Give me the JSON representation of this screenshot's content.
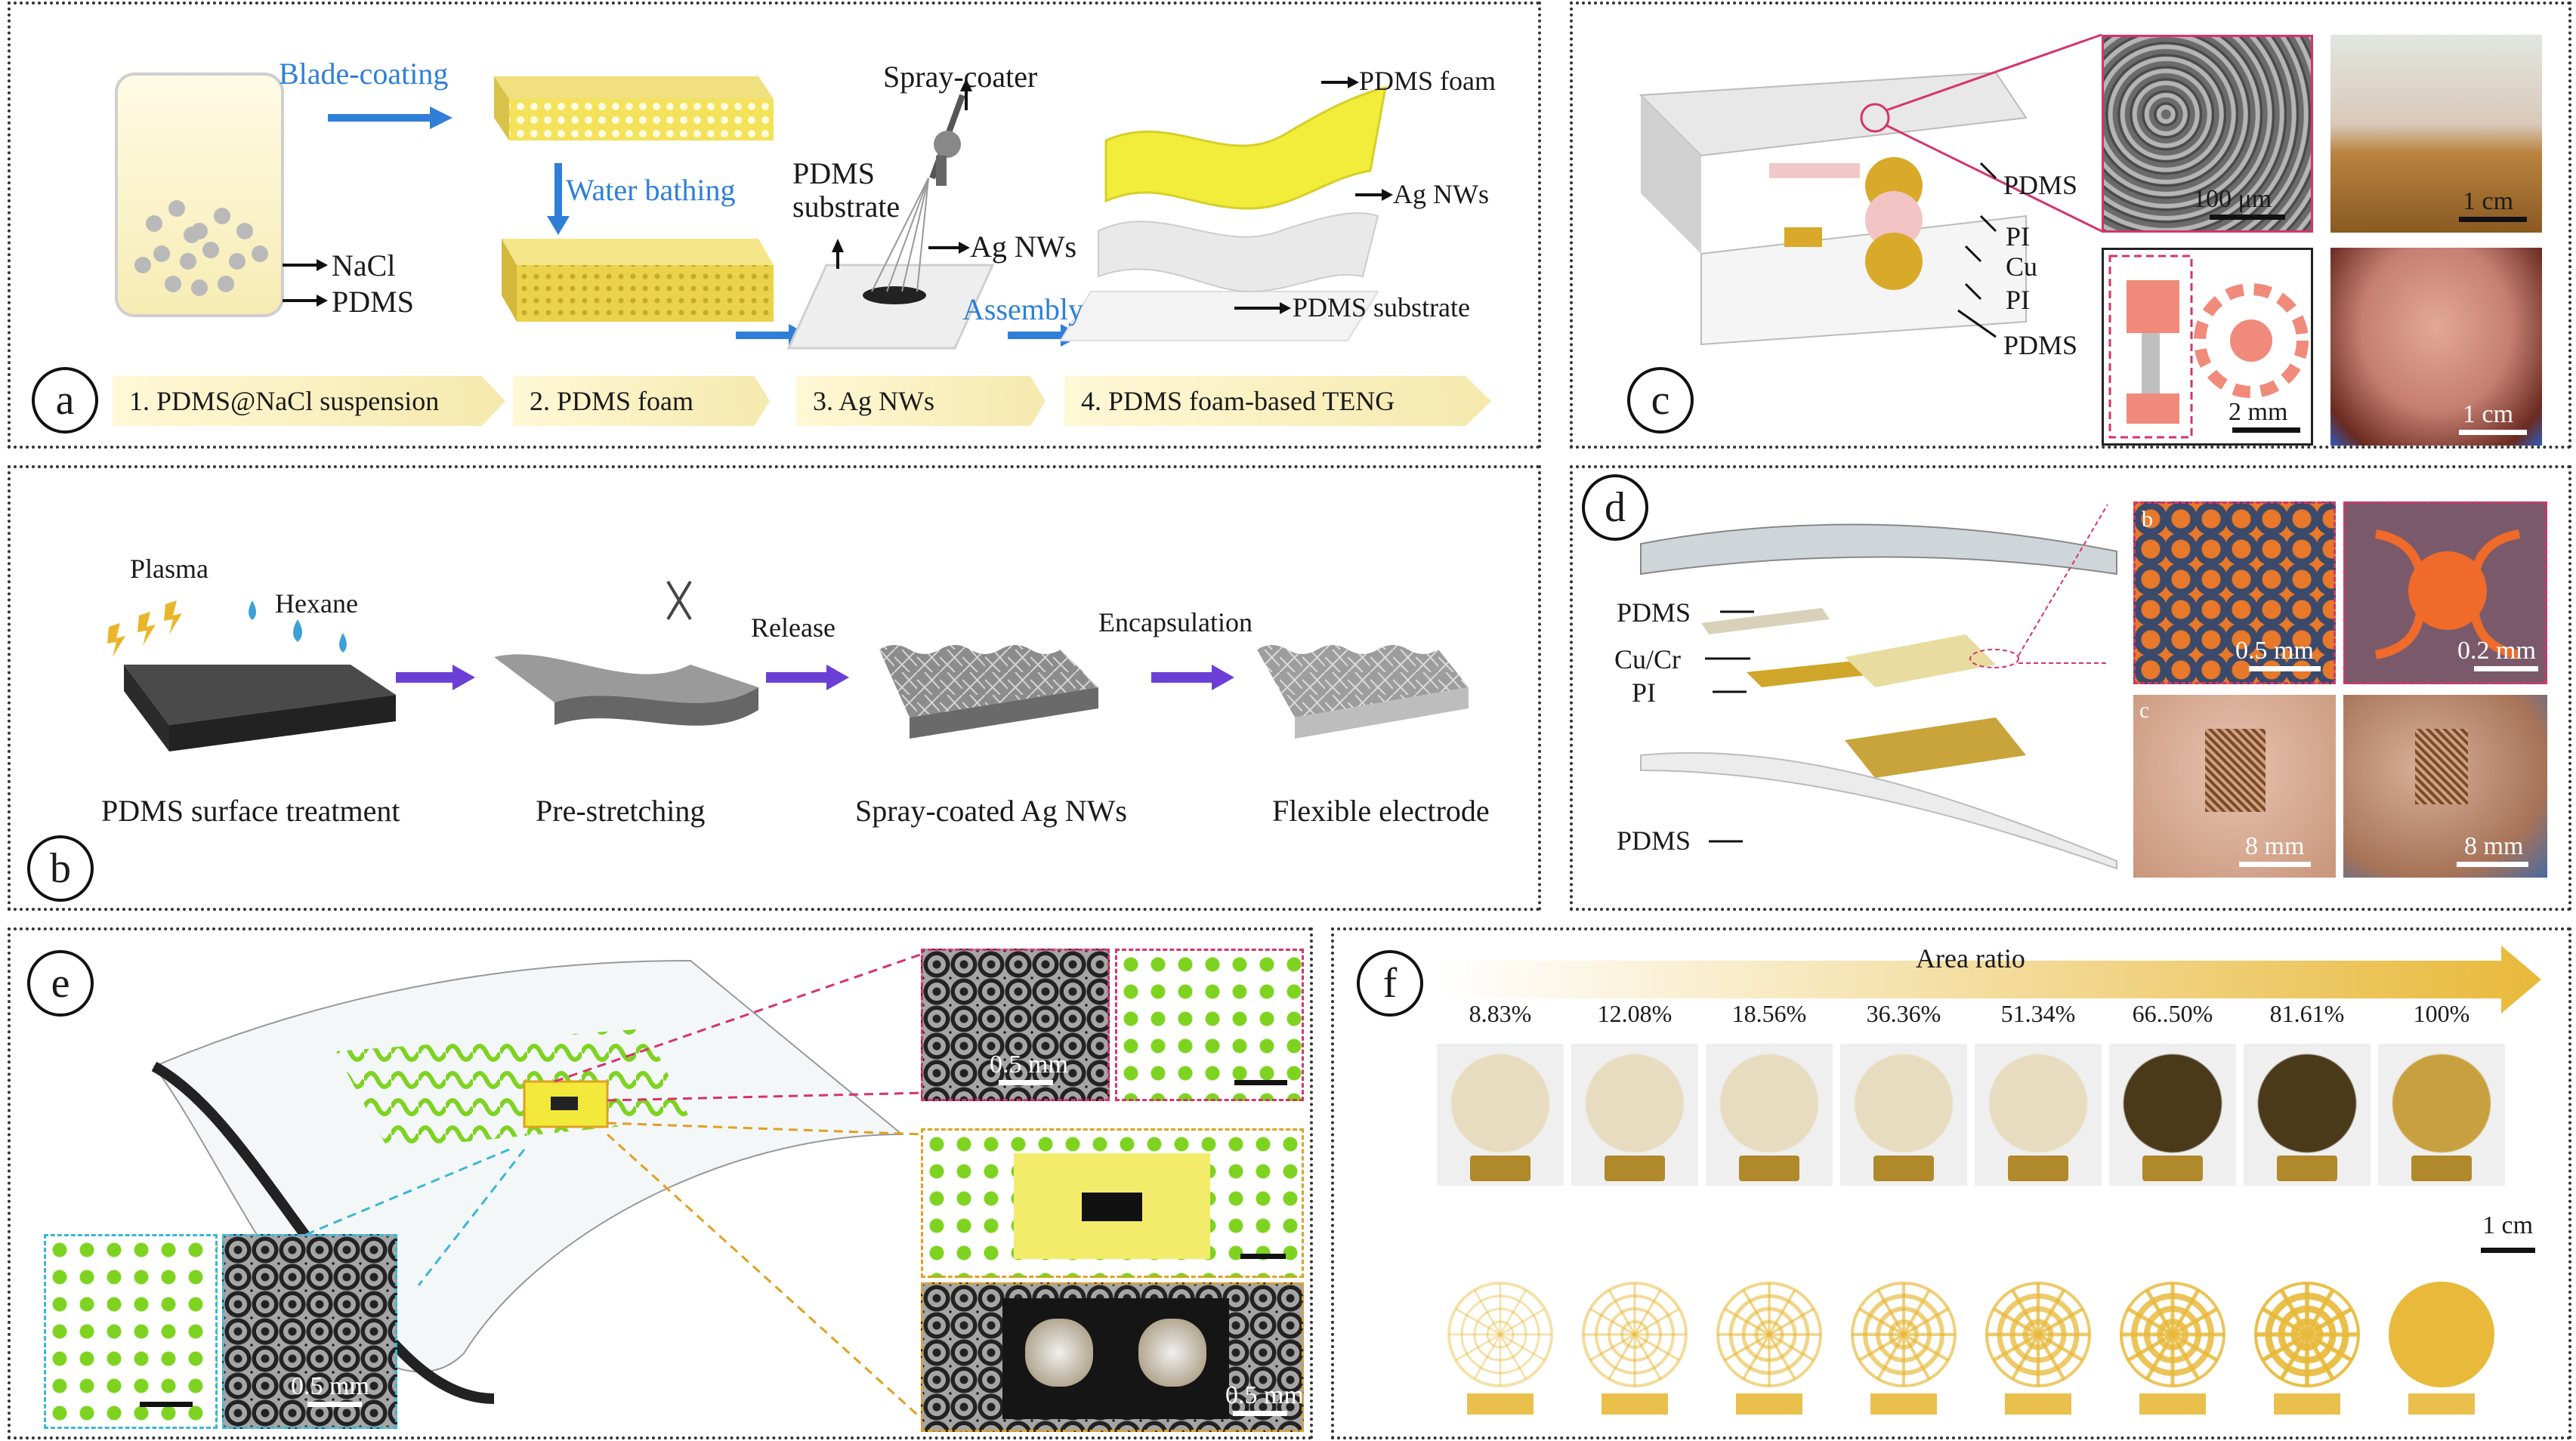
{
  "panels": {
    "a": {
      "label": "a",
      "blade_coating": "Blade-coating",
      "water_bathing": "Water bathing",
      "spray_coater": "Spray-coater",
      "pdms_substrate_1": "PDMS",
      "pdms_substrate_2": "substrate",
      "ag_nws_spray": "Ag NWs",
      "assembly": "Assembly",
      "nacl": "NaCl",
      "pdms": "PDMS",
      "foam_label": "PDMS foam",
      "ag_nws_layer": "Ag NWs",
      "substrate_label": "PDMS substrate",
      "steps": [
        "1. PDMS@NaCl suspension",
        "2. PDMS foam",
        "3. Ag NWs",
        "4. PDMS foam-based TENG"
      ]
    },
    "b": {
      "label": "b",
      "plasma": "Plasma",
      "hexane": "Hexane",
      "release": "Release",
      "encapsulation": "Encapsulation",
      "captions": [
        "PDMS surface treatment",
        "Pre-stretching",
        "Spray-coated Ag NWs",
        "Flexible electrode"
      ]
    },
    "c": {
      "label": "c",
      "layers": [
        "PDMS",
        "PI",
        "Cu",
        "PI",
        "PDMS"
      ],
      "scales": [
        "100 μm",
        "1 cm",
        "2 mm",
        "1 cm"
      ]
    },
    "d": {
      "label": "d",
      "layers": [
        "PDMS",
        "Cu/Cr",
        "PI",
        "PDMS"
      ],
      "sublabel_b": "b",
      "sublabel_c": "c",
      "scales": [
        "0.5 mm",
        "0.2 mm",
        "8 mm",
        "8 mm"
      ]
    },
    "e": {
      "label": "e",
      "scales": [
        "0.5 mm",
        "0.5 mm",
        "0.5 mm"
      ]
    },
    "f": {
      "label": "f",
      "area_ratio": "Area ratio",
      "percents": [
        "8.83%",
        "12.08%",
        "18.56%",
        "36.36%",
        "51.34%",
        "66..50%",
        "81.61%",
        "100%"
      ],
      "scale": "1 cm"
    }
  },
  "colors": {
    "arrow_blue": "#2f7fd8",
    "arrow_purple": "#6b3fd6",
    "gold": "#e8b93a",
    "green": "#7ed321",
    "pink_dash": "#d6336c",
    "cyan_dash": "#3ab7d8",
    "orange_dash": "#e0a020"
  }
}
